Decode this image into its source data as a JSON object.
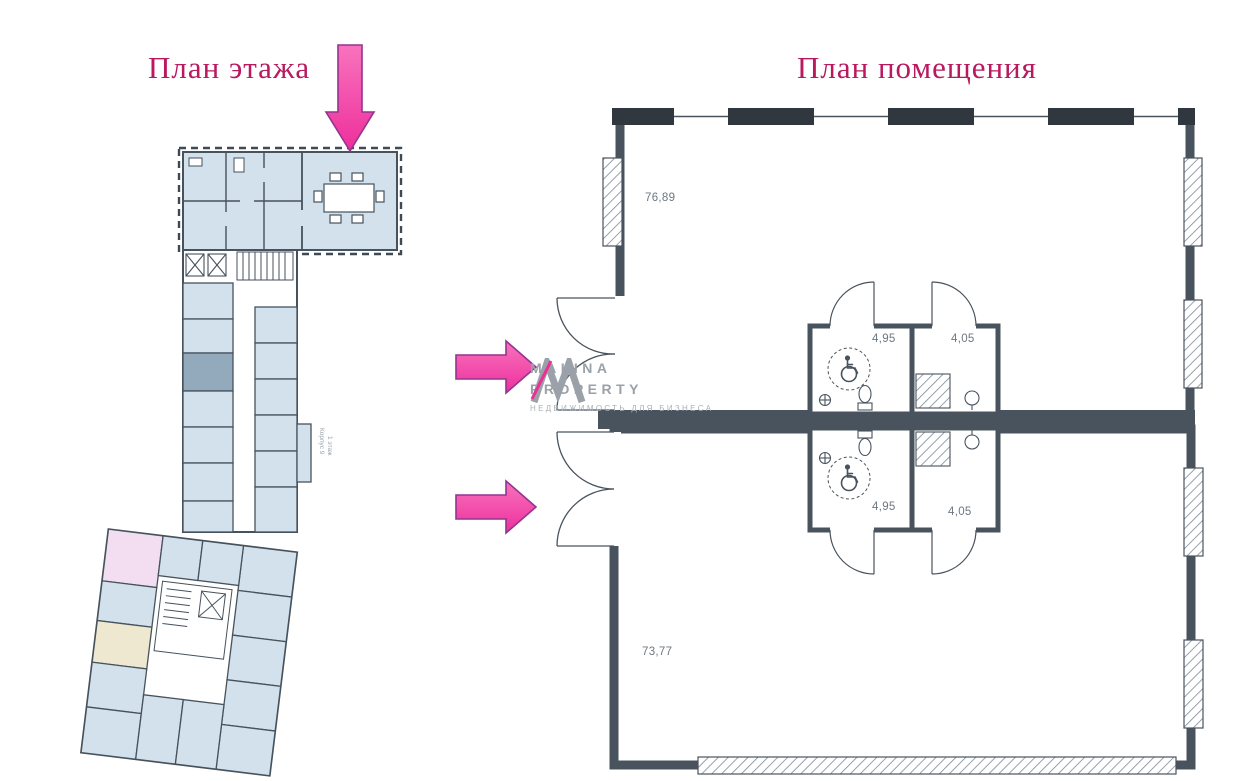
{
  "titles": {
    "left": "План этажа",
    "right": "План помещения"
  },
  "logo": {
    "line1": "MALINA",
    "line2": "PROPERTY",
    "tagline": "НЕДВИЖИМОСТЬ ДЛЯ БИЗНЕСА"
  },
  "floor_plan": {
    "side_label_1": "Корпус 9",
    "side_label_2": "1 этаж"
  },
  "room_plan": {
    "areas": {
      "room_top": "76,89",
      "room_bottom": "73,77",
      "wc_top_left": "4,95",
      "wc_top_right": "4,05",
      "wc_bottom_left": "4,95",
      "wc_bottom_right": "4,05"
    }
  },
  "icons": {
    "arrow_down": "block-arrow-down",
    "arrow_right": "block-arrow-right",
    "wheelchair": "accessible-wc",
    "table": "meeting-table",
    "stairs": "stairs",
    "elevator": "elevator"
  },
  "colors": {
    "title": "#b9195f",
    "arrow_fill": "#f23da6",
    "arrow_stroke": "#93348f",
    "wall": "#49535e",
    "room_fill": "#d3e1ec",
    "room_dark": "#93a9bc",
    "room_pink": "#f2def0",
    "room_beige": "#efe8d0",
    "logo_gray": "#9aa1a8",
    "logo_pink": "#ec2e95",
    "label_text": "#6d7781"
  }
}
